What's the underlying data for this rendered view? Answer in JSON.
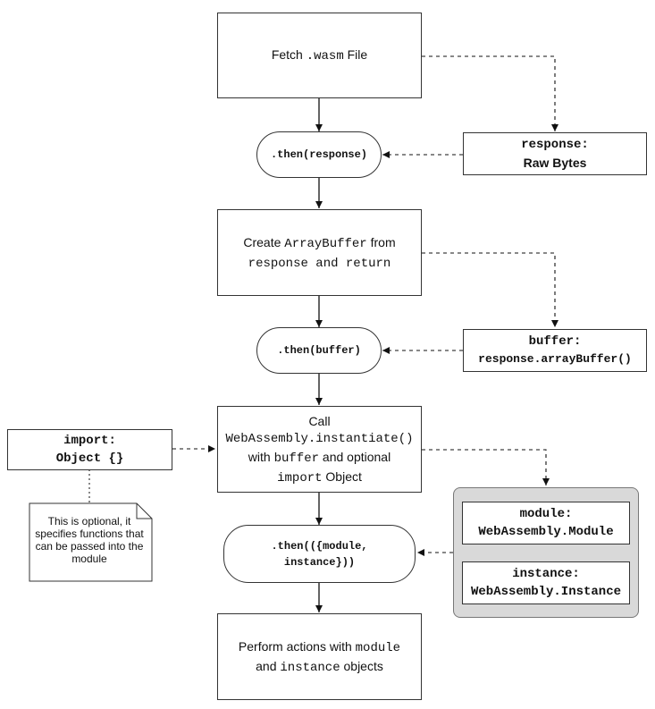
{
  "fetch_box": {
    "text1": "Fetch ",
    "code": ".wasm",
    "text2": " File"
  },
  "then_response": {
    "code": ".then(response)"
  },
  "response_box": {
    "line1": "response:",
    "line2": "Raw Bytes"
  },
  "arraybuffer_box": {
    "t1": "Create ",
    "c1": "ArrayBuffer",
    "t2": " from",
    "c2": "response",
    "t3": " and ",
    "c3": "return"
  },
  "then_buffer": {
    "code": ".then(buffer)"
  },
  "buffer_box": {
    "line1": "buffer:",
    "line2": "response.arrayBuffer()"
  },
  "instantiate_box": {
    "t1": "Call",
    "c1": "WebAssembly.instantiate()",
    "t2": "with ",
    "c2": "buffer",
    "t3": " and optional",
    "c3": "import",
    "t4": " Object"
  },
  "import_box": {
    "line1": "import:",
    "line2": "Object {}"
  },
  "note": {
    "text": "This is optional, it specifies functions that can be passed into the module"
  },
  "then_module": {
    "line1": ".then(({module,",
    "line2": "instance}))"
  },
  "module_box": {
    "line1": "module:",
    "line2": "WebAssembly.Module"
  },
  "instance_box": {
    "line1": "instance:",
    "line2": "WebAssembly.Instance"
  },
  "perform_box": {
    "t1": "Perform actions with ",
    "c1": "module",
    "t2": "and ",
    "c2": "instance",
    "t3": " objects"
  }
}
